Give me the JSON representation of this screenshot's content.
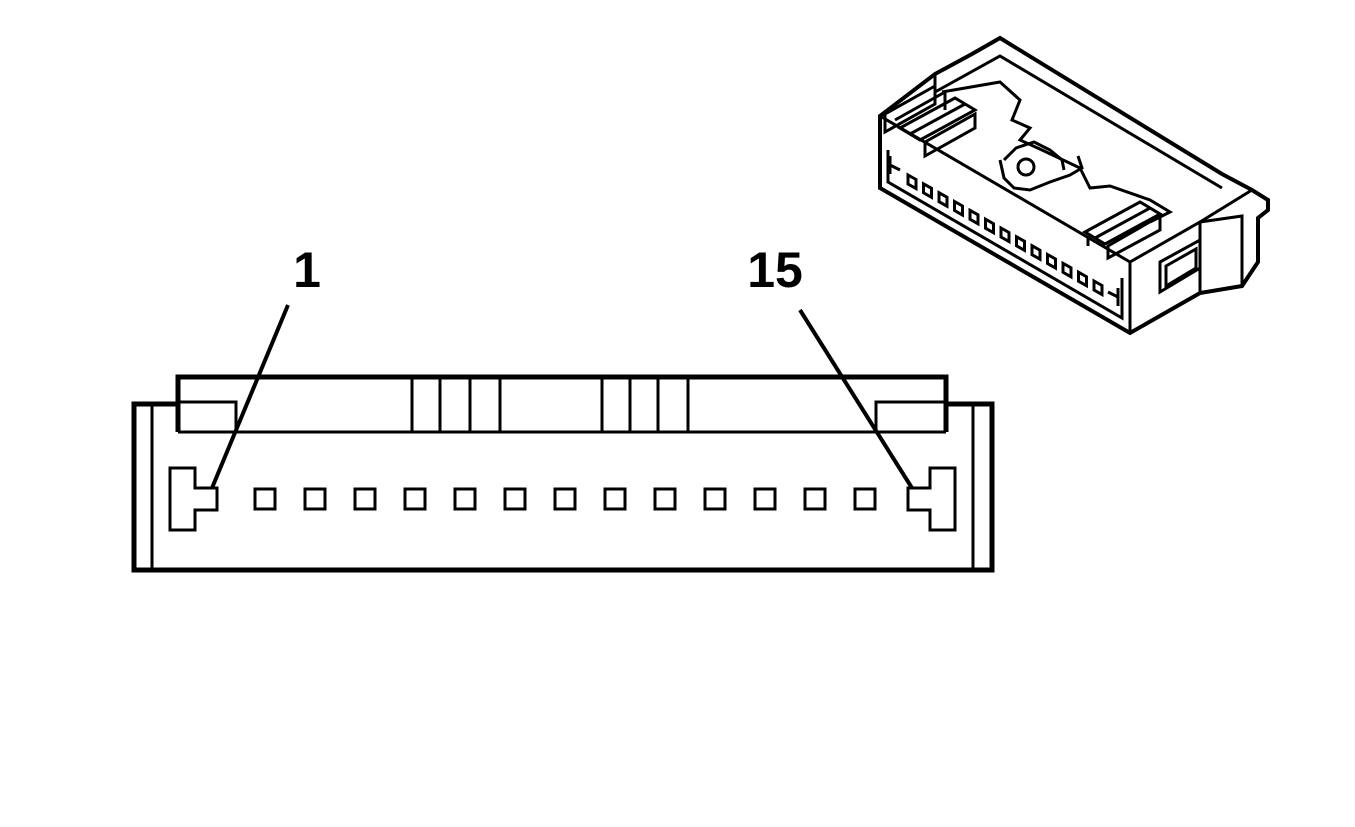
{
  "figure": {
    "pin_labels": [
      {
        "id": "pin-first",
        "text": "1"
      },
      {
        "id": "pin-last",
        "text": "15"
      }
    ],
    "pin_count": 15,
    "line_color": "#000000",
    "background_color": "#ffffff"
  }
}
